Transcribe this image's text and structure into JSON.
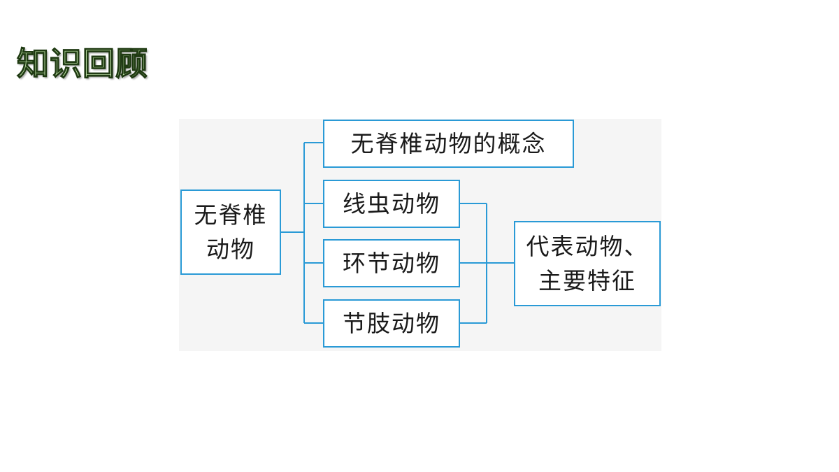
{
  "heading": "知识回顾",
  "diagram": {
    "root": {
      "line1": "无脊椎",
      "line2": "动物"
    },
    "concept": "无脊椎动物的概念",
    "groups": [
      {
        "label": "线虫动物"
      },
      {
        "label": "环节动物"
      },
      {
        "label": "节肢动物"
      }
    ],
    "summary": {
      "line1": "代表动物、",
      "line2": "主要特征"
    }
  },
  "colors": {
    "border": "#2a9ad6",
    "heading_fill": "#c9ecb0",
    "heading_stroke": "#1f3a12",
    "panel": "#f5f5f5"
  }
}
